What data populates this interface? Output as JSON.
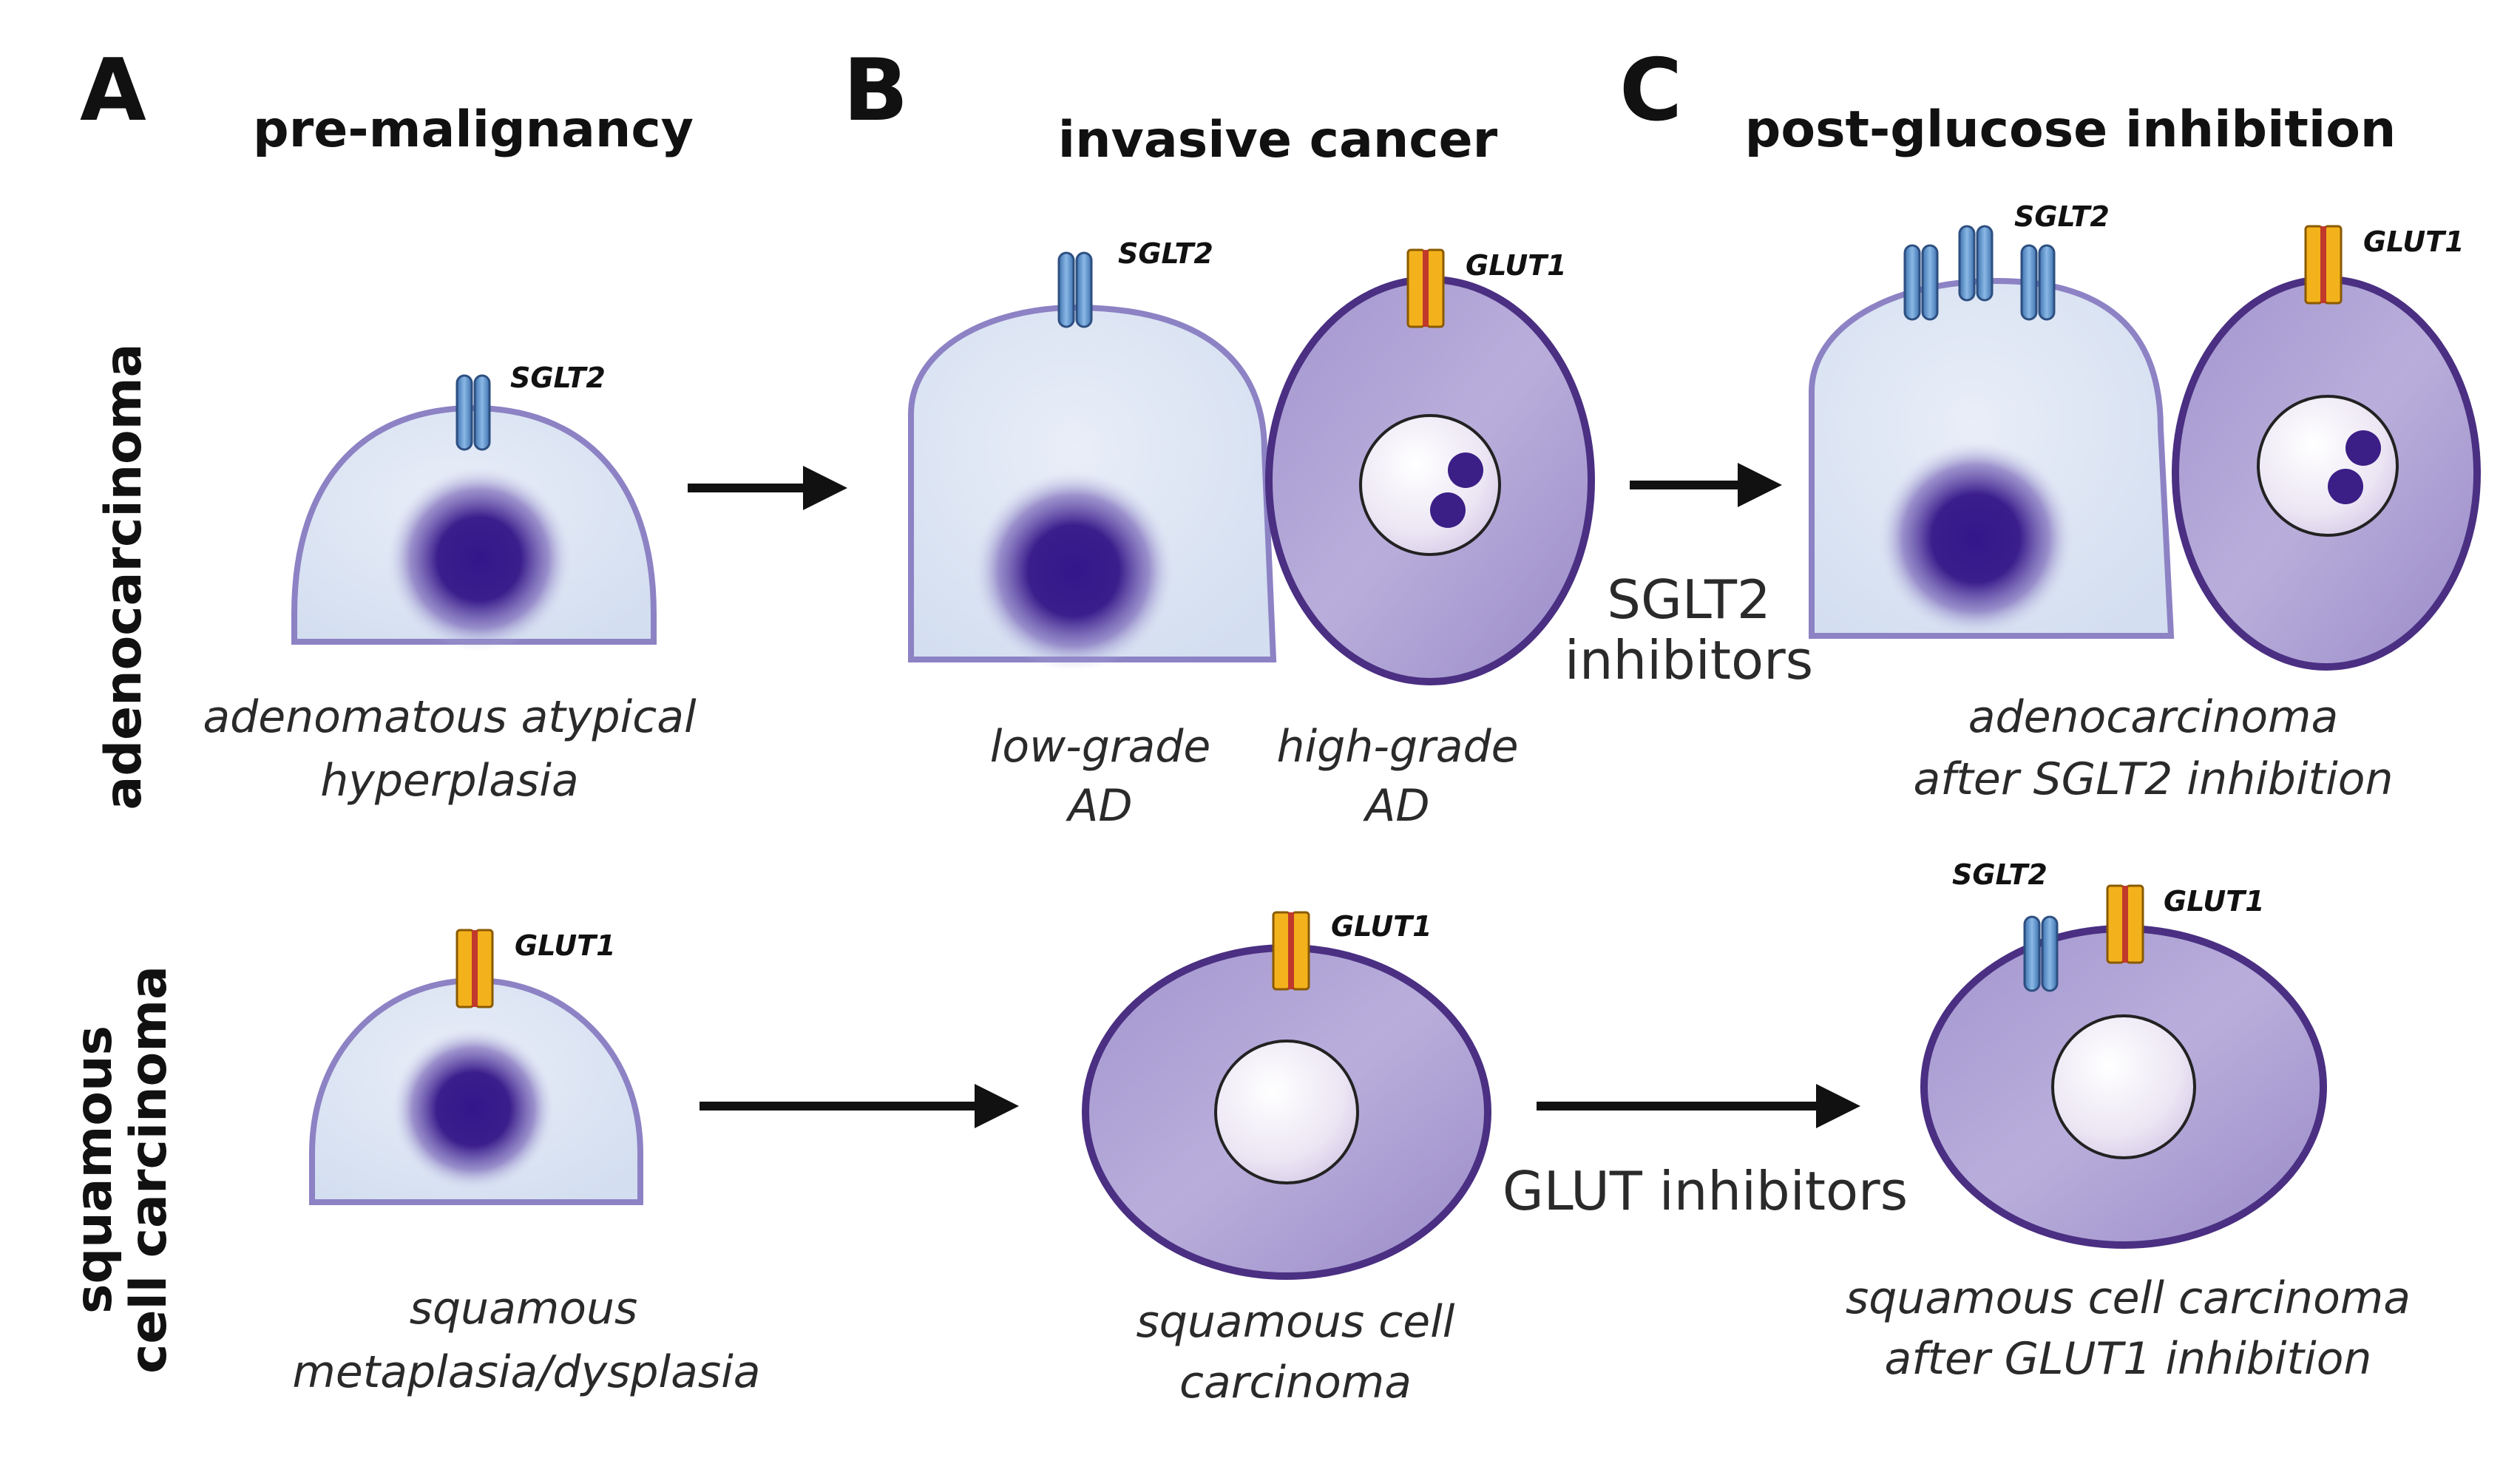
{
  "panels": {
    "a": {
      "letter": "A",
      "title": "pre-malignancy"
    },
    "b": {
      "letter": "B",
      "title": "invasive cancer"
    },
    "c": {
      "letter": "C",
      "title": "post-glucose inhibition"
    }
  },
  "rows": {
    "adeno": {
      "label": "adenocarcinoma"
    },
    "squamous": {
      "label_line1": "squamous",
      "label_line2": "cell carcinoma"
    }
  },
  "captions": {
    "aah": {
      "line1": "adenomatous atypical",
      "line2": "hyperplasia"
    },
    "low_grade": {
      "line1": "low-grade",
      "line2": "AD"
    },
    "high_grade": {
      "line1": "high-grade",
      "line2": "AD"
    },
    "adeno_after": {
      "line1": "adenocarcinoma",
      "line2": "after SGLT2 inhibition"
    },
    "squamous_meta": {
      "line1": "squamous",
      "line2": "metaplasia/dysplasia"
    },
    "scc": {
      "line1": "squamous cell",
      "line2": "carcinoma"
    },
    "scc_after": {
      "line1": "squamous cell carcinoma",
      "line2": "after GLUT1 inhibition"
    }
  },
  "arrow_labels": {
    "sglt2": {
      "line1": "SGLT2",
      "line2": "inhibitors"
    },
    "glut": {
      "line1": "GLUT inhibitors"
    }
  },
  "transporters": {
    "sglt2": "SGLT2",
    "glut1": "GLUT1"
  },
  "colors": {
    "light_cell_fill": "#dce6f4",
    "light_cell_stroke": "#8c82c4",
    "dark_cell_fill": "#a89bd0",
    "dark_cell_stroke": "#4a2f82",
    "nucleus_dark": "#3b1e86",
    "sglt2": "#5b8fc7",
    "glut1": "#f3b21c",
    "glut1_core": "#c0392b"
  }
}
